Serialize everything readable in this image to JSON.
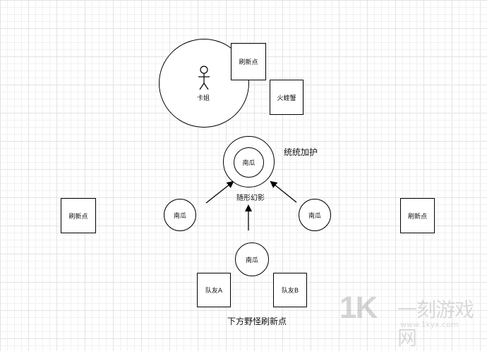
{
  "diagram": {
    "boss": {
      "name": "卡姐",
      "spawn_label": "刷新点"
    },
    "fire_scorpion": "火蝰蟹",
    "center_pumpkin": "南瓜",
    "protection_label": "统统加护",
    "phantom_label": "随形幻影",
    "pumpkins": {
      "left": "南瓜",
      "right": "南瓜",
      "bottom": "南瓜"
    },
    "spawn_left": "刷新点",
    "spawn_right": "刷新点",
    "teammates": {
      "a": "队友A",
      "b": "队友B"
    },
    "bottom_caption": "下方野怪刷新点"
  },
  "watermark": {
    "logo": "1K",
    "text": "一刻游戏网",
    "url": "www.1kyx.com"
  }
}
